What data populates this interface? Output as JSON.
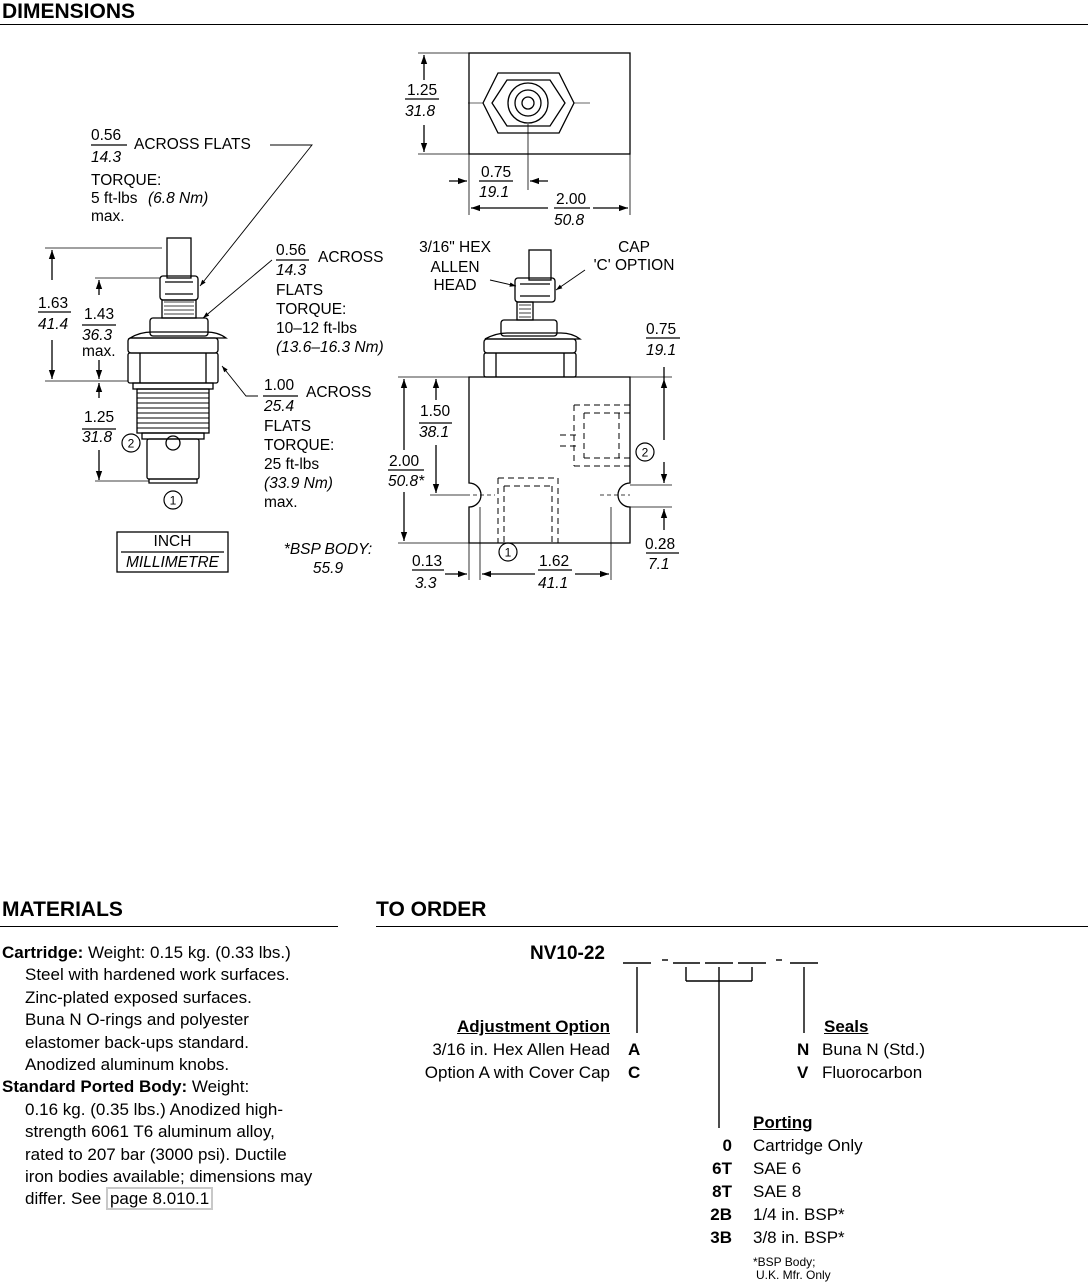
{
  "headings": {
    "dimensions": "DIMENSIONS",
    "materials": "MATERIALS",
    "to_order": "TO ORDER"
  },
  "drawing": {
    "callout_056_top": {
      "inch": "0.56",
      "mm": "14.3",
      "label": "ACROSS  FLATS",
      "torque_label": "TORQUE:",
      "torque_value": "5 ft-lbs",
      "torque_metric": "(6.8 Nm)",
      "max": "max."
    },
    "callout_056_mid": {
      "inch": "0.56",
      "mm": "14.3",
      "label": "ACROSS",
      "label2": "FLATS",
      "torque_label": "TORQUE:",
      "torque_value": "10–12 ft-lbs",
      "torque_metric": "(13.6–16.3 Nm)"
    },
    "callout_100": {
      "inch": "1.00",
      "mm": "25.4",
      "label": "ACROSS",
      "label2": "FLATS",
      "torque_label": "TORQUE:",
      "torque_value": "25 ft-lbs",
      "torque_metric": "(33.9 Nm)",
      "max": "max."
    },
    "dim_163": {
      "inch": "1.63",
      "mm": "41.4"
    },
    "dim_143": {
      "inch": "1.43",
      "mm": "36.3",
      "max": "max."
    },
    "dim_125_cart": {
      "inch": "1.25",
      "mm": "31.8"
    },
    "port_1": "1",
    "port_2": "2",
    "legend": {
      "inch": "INCH",
      "mm": "MILLIMETRE"
    },
    "bsp_note": {
      "line1": "*BSP BODY:",
      "line2": "55.9"
    },
    "top_view": {
      "dim_125": {
        "inch": "1.25",
        "mm": "31.8"
      },
      "dim_075": {
        "inch": "0.75",
        "mm": "19.1"
      },
      "dim_200": {
        "inch": "2.00",
        "mm": "50.8"
      }
    },
    "body_view": {
      "hex_label": {
        "l1": "3/16\" HEX",
        "l2": "ALLEN",
        "l3": "HEAD"
      },
      "cap_label": {
        "l1": "CAP",
        "l2": "'C' OPTION"
      },
      "dim_075_right": {
        "inch": "0.75",
        "mm": "19.1"
      },
      "dim_150": {
        "inch": "1.50",
        "mm": "38.1"
      },
      "dim_200_left": {
        "inch": "2.00",
        "mm": "50.8*"
      },
      "dim_028": {
        "inch": "0.28",
        "mm": "7.1"
      },
      "dim_013": {
        "inch": "0.13",
        "mm": "3.3"
      },
      "dim_162": {
        "inch": "1.62",
        "mm": "41.1"
      }
    }
  },
  "materials": {
    "cartridge_label": "Cartridge:",
    "cartridge_first": " Weight: 0.15 kg. (0.33 lbs.)",
    "cartridge_lines": [
      "Steel with hardened work surfaces.",
      "Zinc-plated exposed surfaces.",
      "Buna N O-rings and polyester",
      "elastomer back-ups standard.",
      "Anodized aluminum knobs."
    ],
    "body_label": "Standard Ported Body:",
    "body_first": " Weight:",
    "body_lines": [
      "0.16 kg. (0.35 lbs.) Anodized high-",
      "strength 6061 T6 aluminum alloy,",
      "rated to 207 bar (3000 psi). Ductile",
      "iron bodies available; dimensions may"
    ],
    "body_last_prefix": "differ. See ",
    "body_link": "page 8.010.1"
  },
  "order": {
    "model": "NV10-22",
    "adjustment": {
      "title": "Adjustment Option",
      "options": [
        {
          "desc": "3/16 in. Hex Allen Head",
          "code": "A"
        },
        {
          "desc": "Option A with Cover Cap",
          "code": "C"
        }
      ]
    },
    "seals": {
      "title": "Seals",
      "options": [
        {
          "code": "N",
          "desc": "Buna N (Std.)"
        },
        {
          "code": "V",
          "desc": "Fluorocarbon"
        }
      ]
    },
    "porting": {
      "title": "Porting",
      "options": [
        {
          "code": "0",
          "desc": "Cartridge Only"
        },
        {
          "code": "6T",
          "desc": "SAE 6"
        },
        {
          "code": "8T",
          "desc": "SAE 8"
        },
        {
          "code": "2B",
          "desc": "1/4 in. BSP*"
        },
        {
          "code": "3B",
          "desc": "3/8 in. BSP*"
        }
      ],
      "note1": "*BSP Body;",
      "note2": "U.K. Mfr. Only"
    }
  }
}
